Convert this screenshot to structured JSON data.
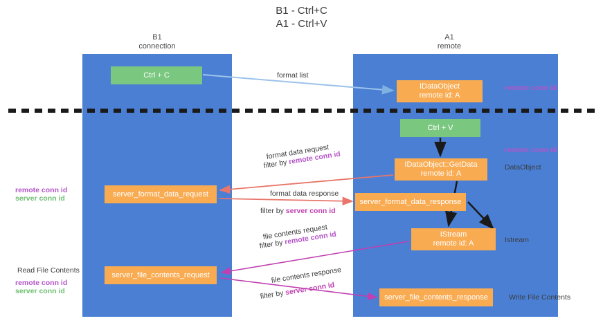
{
  "title": {
    "line1": "B1 - Ctrl+C",
    "line2": "A1 - Ctrl+V"
  },
  "lanes": [
    {
      "name": "b1",
      "title": "B1",
      "subtitle": "connection",
      "color": "#4a7fd4"
    },
    {
      "name": "a1",
      "title": "A1",
      "subtitle": "remote",
      "color": "#4a7fd4"
    }
  ],
  "colors": {
    "lane": "#4a7fd4",
    "green_node": "#7ac77f",
    "orange_node": "#f9ab52",
    "purple_text": "#b455c8",
    "green_text": "#6fbf73",
    "magenta_text": "#c13fb0",
    "divider": "#1a1a1a",
    "arrow_blue": "#9dc3ea",
    "arrow_black": "#1a1a1a",
    "arrow_red": "#e8766a",
    "arrow_magenta": "#c13fb0"
  },
  "nodes": {
    "ctrl_c": "Ctrl + C",
    "idataobject": "IDataObject\nremote id: A",
    "idataobject_line1": "IDataObject",
    "idataobject_line2": "remote id: A",
    "ctrl_v": "Ctrl + V",
    "getdata_line1": "IDataObject::GetData",
    "getdata_line2": "remote id: A",
    "server_format_data_request": "server_format_data_request",
    "server_format_data_response": "server_format_data_response",
    "istream_line1": "IStream",
    "istream_line2": "remote id: A",
    "server_file_contents_request": "server_file_contents_request",
    "server_file_contents_response": "server_file_contents_response"
  },
  "edge_labels": {
    "format_list": "format list",
    "format_data_request": "format data request",
    "filter_by": "filter by ",
    "remote_conn_id": "remote conn id",
    "server_conn_id": "server conn id",
    "format_data_response": "format data response",
    "file_contents_request": "file contents request",
    "file_contents_response": "file contents response"
  },
  "side_labels": {
    "remote_conn_id_top": "remote conn id",
    "remote_conn_id_mid": "remote conn id",
    "dataobject": "DataObject",
    "istream": "Istream",
    "write_file_contents": "Write File Contents",
    "read_file_contents": "Read File Contents",
    "left_remote_conn_id_1": "remote conn id",
    "left_server_conn_id_1": "server conn id",
    "left_remote_conn_id_2": "remote conn id",
    "left_server_conn_id_2": "server conn id"
  }
}
